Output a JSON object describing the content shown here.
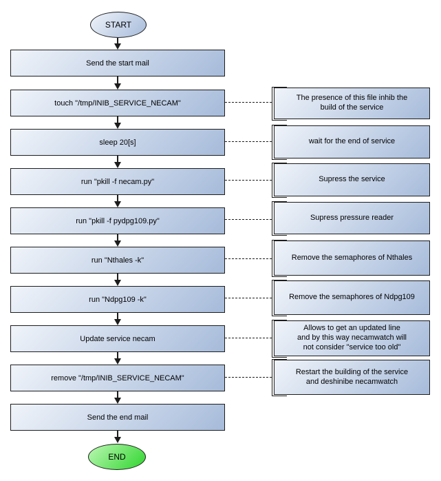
{
  "diagram": {
    "start": {
      "label": "START"
    },
    "end": {
      "label": "END"
    },
    "steps": [
      "Send the start mail",
      "touch \"/tmp/INIB_SERVICE_NECAM\"",
      "sleep 20[s]",
      "run \"pkill -f necam.py\"",
      "run \"pkill -f pydpg109.py\"",
      "run \"Nthales -k\"",
      "run \"Ndpg109 -k\"",
      "Update service necam",
      "remove \"/tmp/INIB_SERVICE_NECAM\"",
      "Send the end mail"
    ],
    "annotations": [
      "The presence of this file inhib the\nbuild of the service",
      "wait for the end of service",
      "Supress the service",
      "Supress pressure reader",
      "Remove the semaphores of Nthales",
      "Remove the semaphores of Ndpg109",
      "Allows to get an updated line\nand by this way necamwatch will\nnot consider \"service too old\"",
      "Restart the building of the service\nand deshinibe necamwatch"
    ]
  },
  "colors": {
    "node_fill_light": "#f0f4fa",
    "node_fill_dark": "#a6bbda",
    "end_fill_light": "#bdf8b4",
    "end_fill_dark": "#2ed52e",
    "border": "#1c1c1c"
  }
}
